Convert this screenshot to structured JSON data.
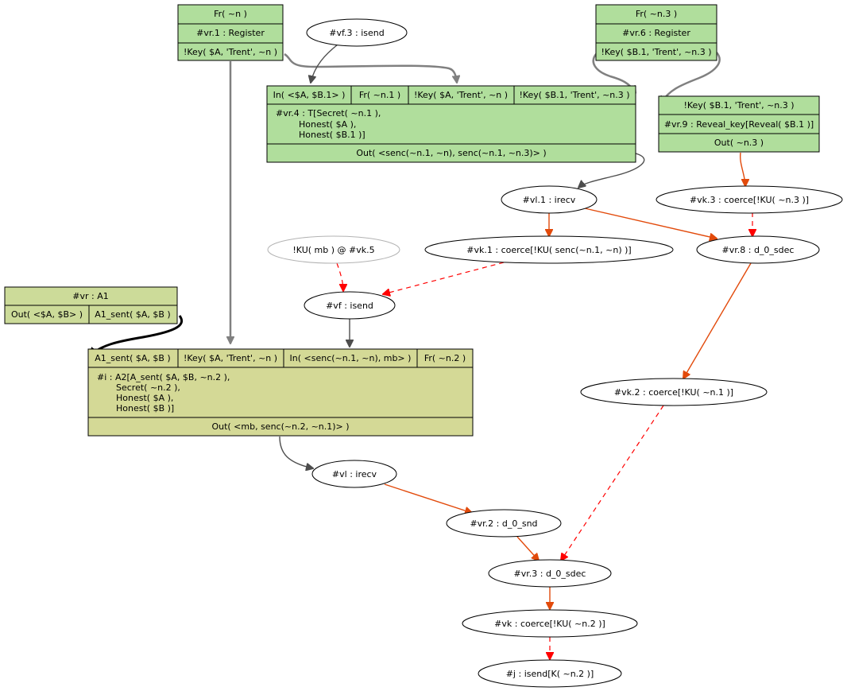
{
  "colors": {
    "rule_green": "#b0de9c",
    "rule_olive": "#d4d996",
    "rule_olive_small": "#ccdb99",
    "edge_grey": "#808080",
    "edge_dark": "#4d4d4d",
    "edge_orange": "#e24a0b",
    "edge_red": "#ff0000"
  },
  "nodes": {
    "fr_n": {
      "premise": "Fr( ~n )",
      "label": "#vr.1 : Register",
      "conclusion": "!Key( $A, 'Trent', ~n )"
    },
    "fr_n3": {
      "premise": "Fr( ~n.3 )",
      "label": "#vr.6 : Register",
      "conclusion": "!Key( $B.1, 'Trent', ~n.3 )"
    },
    "vr4": {
      "premises": [
        "In( <$A, $B.1> )",
        "Fr( ~n.1 )",
        "!Key( $A, 'Trent', ~n )",
        "!Key( $B.1, 'Trent', ~n.3 )"
      ],
      "label_lines": [
        "#vr.4 : T[Secret( ~n.1 ),",
        "Honest( $A ),",
        "Honest( $B.1 )]"
      ],
      "conclusion": "Out( <senc(~n.1, ~n), senc(~n.1, ~n.3)> )"
    },
    "vr9": {
      "premise": "!Key( $B.1, 'Trent', ~n.3 )",
      "label": "#vr.9 : Reveal_key[Reveal( $B.1 )]",
      "conclusion": "Out( ~n.3 )"
    },
    "vr": {
      "label": "#vr : A1",
      "conclusions": [
        "Out( <$A, $B> )",
        "A1_sent( $A, $B )"
      ]
    },
    "i": {
      "premises": [
        "A1_sent( $A, $B )",
        "!Key( $A, 'Trent', ~n )",
        "In( <senc(~n.1, ~n), mb> )",
        "Fr( ~n.2 )"
      ],
      "label_lines": [
        "#i : A2[A_sent( $A, $B, ~n.2 ),",
        "Secret( ~n.2 ),",
        "Honest( $A ),",
        "Honest( $B )]"
      ],
      "conclusion": "Out( <mb, senc(~n.2, ~n.1)> )"
    },
    "ellipses": {
      "vf3": "#vf.3 : isend",
      "vl1": "#vl.1 : irecv",
      "vk3": "#vk.3 : coerce[!KU( ~n.3 )]",
      "ku_mb": "!KU( mb ) @ #vk.5",
      "vk1": "#vk.1 : coerce[!KU( senc(~n.1, ~n) )]",
      "vr8": "#vr.8 : d_0_sdec",
      "vf": "#vf : isend",
      "vk2": "#vk.2 : coerce[!KU( ~n.1 )]",
      "vl": "#vl : irecv",
      "vr2": "#vr.2 : d_0_snd",
      "vr3": "#vr.3 : d_0_sdec",
      "vk": "#vk : coerce[!KU( ~n.2 )]",
      "j": "#j : isend[K( ~n.2 )]"
    }
  }
}
